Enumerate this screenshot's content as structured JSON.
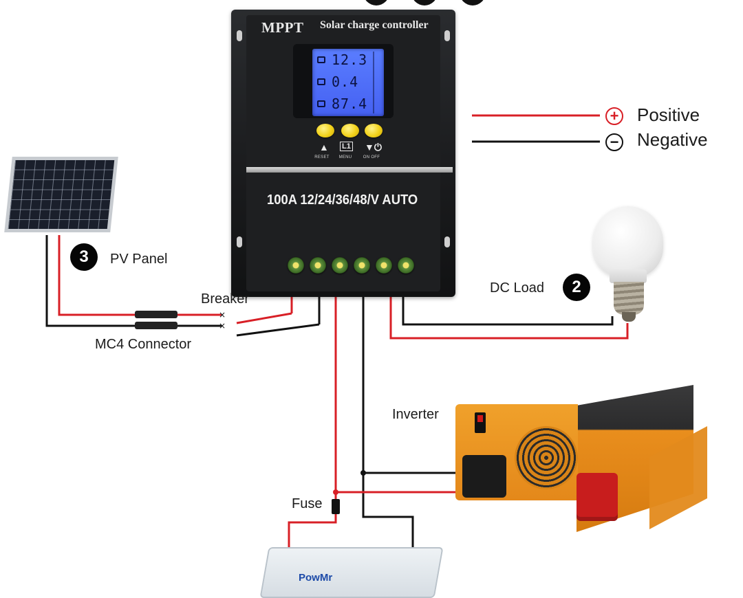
{
  "controller": {
    "brand": "MPPT",
    "subtitle": "Solar charge controller",
    "display": [
      "12.3",
      "0.4",
      "87.4"
    ],
    "buttons": [
      {
        "caption": "RESET",
        "symbol": "▲"
      },
      {
        "caption": "MENU",
        "symbol": "L1"
      },
      {
        "caption": "ON OFF",
        "symbol": "▼⏻"
      }
    ],
    "rating": "100A 12/24/36/48/V AUTO"
  },
  "legend": {
    "positive": "Positive",
    "negative": "Negative"
  },
  "labels": {
    "pv_panel": "PV Panel",
    "pv_panel_number": "3",
    "dc_load": "DC Load",
    "dc_load_number": "2",
    "breaker": "Breaker",
    "mc4": "MC4 Connector",
    "inverter": "Inverter",
    "fuse": "Fuse",
    "battery_brand": "PowMr"
  },
  "colors": {
    "positive_wire": "#d81f26",
    "negative_wire": "#111111"
  }
}
